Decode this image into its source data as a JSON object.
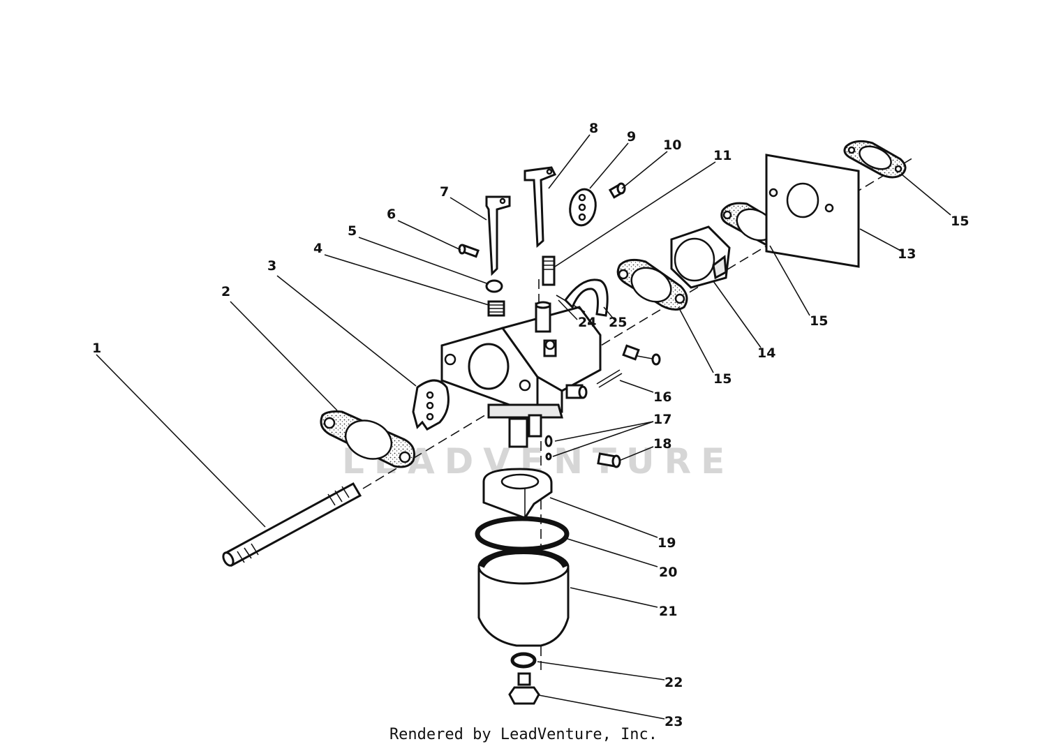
{
  "watermark": "LEADVENTURE",
  "footer": "Rendered by LeadVenture, Inc.",
  "callouts": [
    {
      "id": "1",
      "text": "1"
    },
    {
      "id": "2",
      "text": "2"
    },
    {
      "id": "3",
      "text": "3"
    },
    {
      "id": "4",
      "text": "4"
    },
    {
      "id": "5",
      "text": "5"
    },
    {
      "id": "6",
      "text": "6"
    },
    {
      "id": "7",
      "text": "7"
    },
    {
      "id": "8",
      "text": "8"
    },
    {
      "id": "9",
      "text": "9"
    },
    {
      "id": "10",
      "text": "10"
    },
    {
      "id": "11",
      "text": "11"
    },
    {
      "id": "13",
      "text": "13"
    },
    {
      "id": "14",
      "text": "14"
    },
    {
      "id": "15a",
      "text": "15"
    },
    {
      "id": "15b",
      "text": "15"
    },
    {
      "id": "15c",
      "text": "15"
    },
    {
      "id": "16",
      "text": "16"
    },
    {
      "id": "17",
      "text": "17"
    },
    {
      "id": "18",
      "text": "18"
    },
    {
      "id": "19",
      "text": "19"
    },
    {
      "id": "20",
      "text": "20"
    },
    {
      "id": "21",
      "text": "21"
    },
    {
      "id": "22",
      "text": "22"
    },
    {
      "id": "23",
      "text": "23"
    },
    {
      "id": "24",
      "text": "24"
    },
    {
      "id": "25",
      "text": "25"
    }
  ]
}
